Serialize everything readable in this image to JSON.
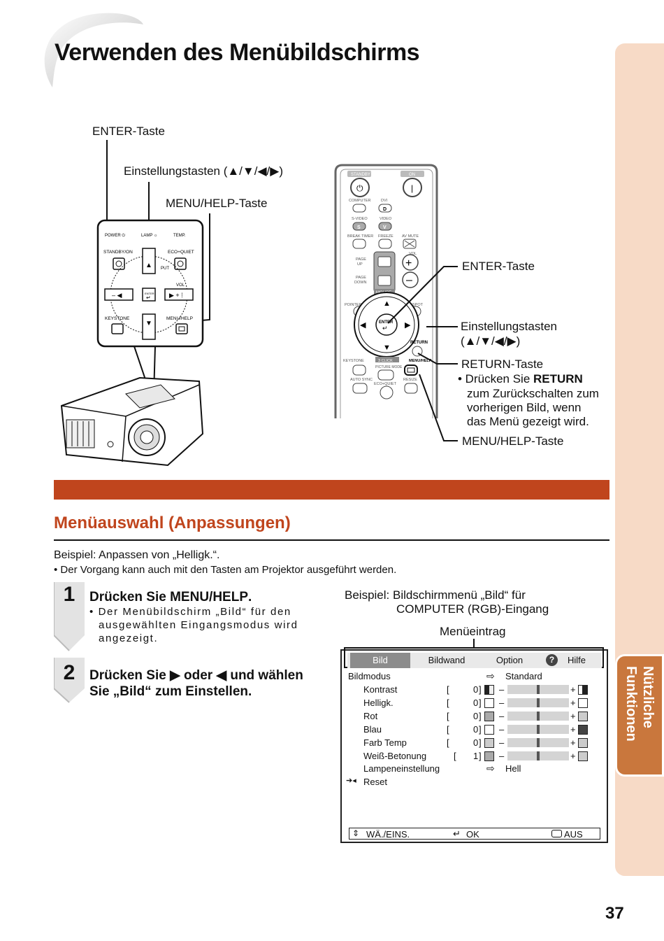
{
  "page": {
    "title": "Verwenden des Menübildschirms",
    "number": "37",
    "side_tab": "Nützliche\nFunktionen"
  },
  "projector_callouts": {
    "enter": "ENTER-Taste",
    "adjust": "Einstellungstasten (▲/▼/◀/▶)",
    "menu_help": "MENU/HELP-Taste"
  },
  "projector_panel_labels": {
    "power": "POWER",
    "lamp": "LAMP",
    "temp": "TEMP.",
    "standby_on": "STANDBY/ON",
    "eco_quiet": "ECO+QUIET",
    "input": "PUT",
    "vol": "VOL",
    "enter": "ENTER",
    "keystone": "KEYSTONE",
    "menu_help": "MENU/HELP"
  },
  "remote_callouts": {
    "enter": "ENTER-Taste",
    "adjust_line1": "Einstellungstasten",
    "adjust_line2": "(▲/▼/◀/▶)",
    "return": "RETURN-Taste",
    "return_note_prefix": "• Drücken Sie ",
    "return_note_bold": "RETURN",
    "return_note_lines": [
      "zum Zurückschalten zum",
      "vorherigen Bild, wenn",
      "das Menü gezeigt wird."
    ],
    "menu_help": "MENU/HELP-Taste"
  },
  "remote_labels": {
    "standby": "STANDBY",
    "on": "ON",
    "computer": "COMPUTER",
    "dvi": "DVI",
    "svideo": "S-VIDEO",
    "video": "VIDEO",
    "break_timer": "BREAK TIMER",
    "freeze": "FREEZE",
    "av_mute": "AV MUTE",
    "page_up": "PAGE UP",
    "page_down": "PAGE DOWN",
    "vol": "VOL",
    "mouse": "MOUSE",
    "pointer": "POINTER",
    "spot": "SPOT",
    "enter": "ENTER",
    "return": "RETURN",
    "keystone": "KEYSTONE",
    "menu_help": "MENU/HELP",
    "picture_mode": "PICTURE MODE",
    "auto_sync": "AUTO SYNC",
    "eco_quiet": "ECO+QUIET",
    "resize": "RESIZE",
    "dvi_d": "D",
    "video_v": "V",
    "svideo_s": "S"
  },
  "section": {
    "heading": "Menüauswahl (Anpassungen)",
    "intro": "Beispiel: Anpassen von „Helligk.“.",
    "intro_note": "• Der Vorgang kann auch mit den Tasten am Projektor ausgeführt werden."
  },
  "steps": [
    {
      "num": "1",
      "head_prefix": "Drücken Sie ",
      "head_bold": "MENU/HELP",
      "head_suffix": ".",
      "note_lines": [
        "• Der Menübildschirm „Bild“ für den",
        "ausgewählten Eingangsmodus wird",
        "angezeigt."
      ]
    },
    {
      "num": "2",
      "head_lines": [
        "Drücken Sie ▶ oder ◀ und wählen",
        "Sie „Bild“ zum Einstellen."
      ]
    }
  ],
  "osd_example": {
    "caption_line1": "Beispiel: Bildschirmmenü „Bild“ für",
    "caption_line2": "COMPUTER (RGB)-Eingang",
    "callout": "Menüeintrag",
    "tabs": [
      "Bild",
      "Bildwand",
      "Option",
      "Hilfe"
    ],
    "active_tab": "Bild",
    "bildmodus_label": "Bildmodus",
    "bildmodus_value": "Standard",
    "rows": [
      {
        "label": "Kontrast",
        "value": "0",
        "level": 0.5
      },
      {
        "label": "Helligk.",
        "value": "0",
        "level": 0.5
      },
      {
        "label": "Rot",
        "value": "0",
        "level": 0.5
      },
      {
        "label": "Blau",
        "value": "0",
        "level": 0.5
      },
      {
        "label": "Farb Temp",
        "value": "0",
        "level": 0.5
      },
      {
        "label": "Weiß-Betonung",
        "value": "1",
        "level": 0.5
      }
    ],
    "bracket_open": "[",
    "bracket_close": "]",
    "minus": "–",
    "plus": "+",
    "lamp_label": "Lampeneinstellung",
    "lamp_value": "Hell",
    "reset_label": "Reset",
    "bottom": {
      "select": "WÄ./EINS.",
      "ok": "OK",
      "exit": "AUS"
    }
  }
}
